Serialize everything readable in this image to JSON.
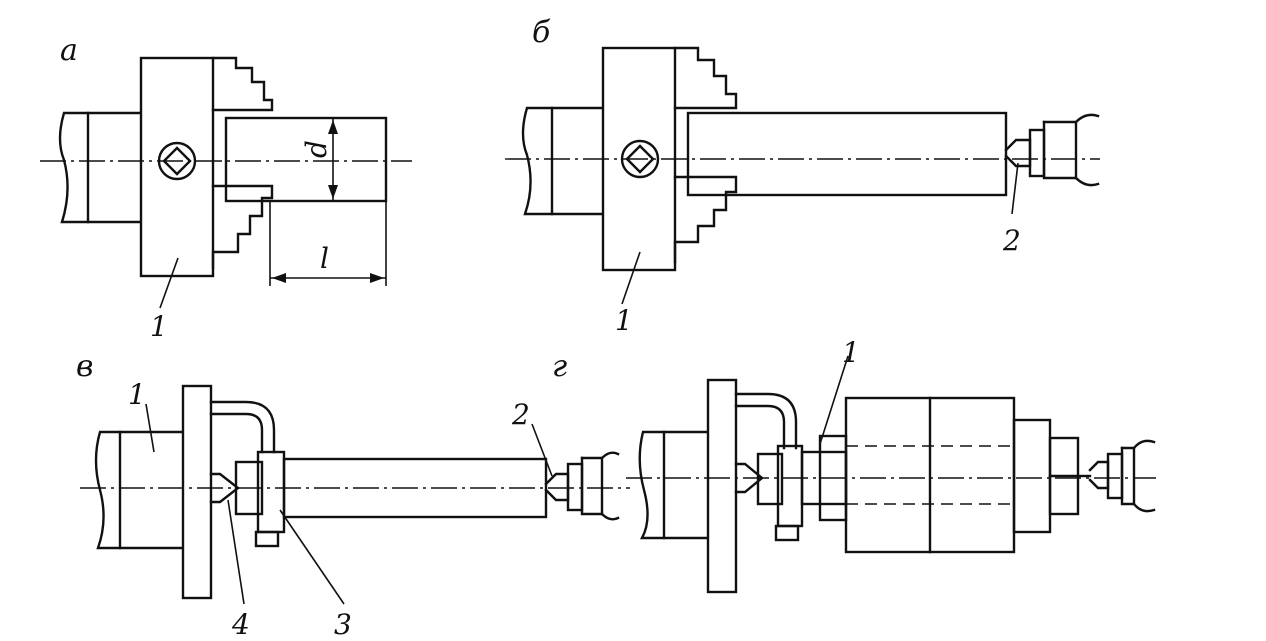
{
  "views": {
    "a": {
      "letter": "а",
      "chuck_label": "1",
      "diameter_label": "d",
      "length_label": "l"
    },
    "b": {
      "letter": "б",
      "chuck_label": "1",
      "center_label": "2"
    },
    "v": {
      "letter": "в",
      "spindle_label": "1",
      "center_label": "2",
      "dog_label": "3",
      "driver_center_label": "4"
    },
    "g": {
      "letter": "г",
      "mandrel_label": "1"
    }
  }
}
